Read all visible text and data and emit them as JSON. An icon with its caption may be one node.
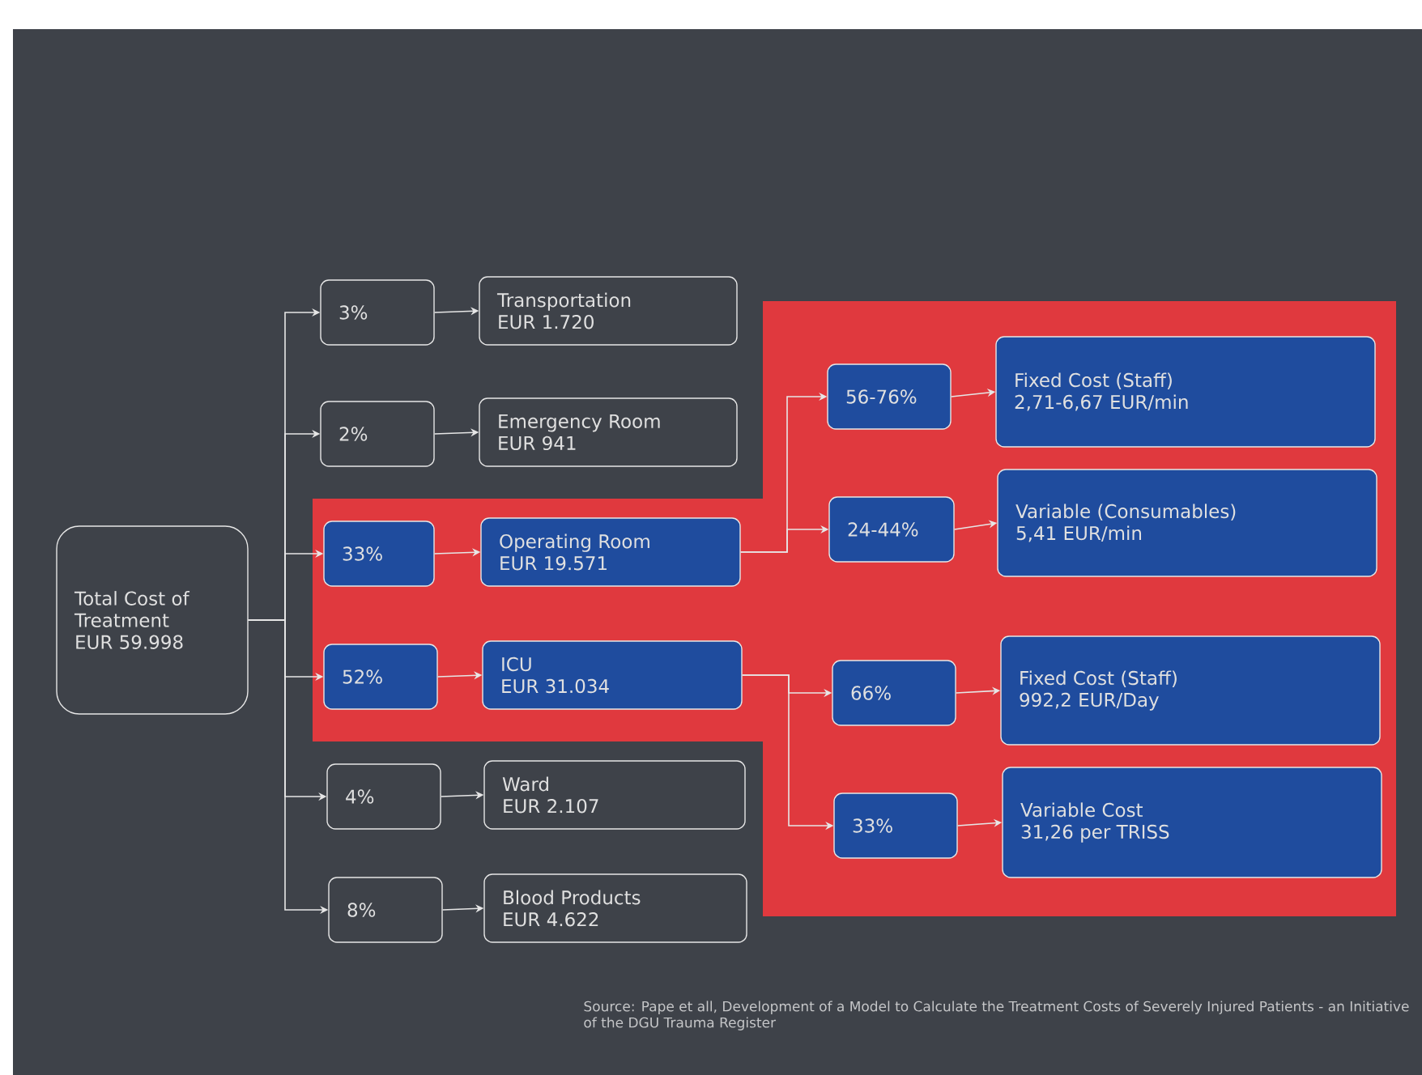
{
  "diagram": {
    "caption": "Source: Pape et all, Development of a Model to Calculate the Treatment Costs of Severely Injured Patients - an Initiative of the DGU Trauma Register",
    "nodes": [
      {
        "text": [
          "Total Cost of Treatment",
          "EUR 59.998"
        ]
      },
      {
        "text": [
          "3%"
        ]
      },
      {
        "text": [
          "Transportation",
          "EUR 1.720"
        ]
      },
      {
        "text": [
          "2%"
        ]
      },
      {
        "text": [
          "Emergency Room",
          "EUR 941"
        ]
      },
      {
        "text": [
          "33%"
        ]
      },
      {
        "text": [
          "Operating Room",
          "EUR 19.571"
        ]
      },
      {
        "text": [
          "52%"
        ]
      },
      {
        "text": [
          "ICU",
          "EUR 31.034"
        ]
      },
      {
        "text": [
          "4%"
        ]
      },
      {
        "text": [
          "Ward",
          "EUR 2.107"
        ]
      },
      {
        "text": [
          "8%"
        ]
      },
      {
        "text": [
          "Blood Products",
          "EUR 4.622"
        ]
      },
      {
        "text": [
          "56-76%"
        ]
      },
      {
        "text": [
          "Fixed Cost (Staff)",
          "2,71-6,67 EUR/min"
        ]
      },
      {
        "text": [
          "24-44%"
        ]
      },
      {
        "text": [
          "Variable (Consumables)",
          "5,41 EUR/min"
        ]
      },
      {
        "text": [
          "66%"
        ]
      },
      {
        "text": [
          "Fixed Cost (Staff)",
          "992,2 EUR/Day"
        ]
      },
      {
        "text": [
          "33%"
        ]
      },
      {
        "text": [
          "Variable Cost",
          "31,26 per TRISS"
        ]
      }
    ],
    "edges": [
      {
        "from": 0,
        "to": 1,
        "arrow": "to"
      },
      {
        "from": 0,
        "to": 3,
        "arrow": "to"
      },
      {
        "from": 0,
        "to": 5,
        "arrow": "to"
      },
      {
        "from": 0,
        "to": 7,
        "arrow": "to"
      },
      {
        "from": 0,
        "to": 9,
        "arrow": "to"
      },
      {
        "from": 0,
        "to": 11,
        "arrow": "to"
      },
      {
        "from": 1,
        "to": 2,
        "arrow": "to"
      },
      {
        "from": 3,
        "to": 4,
        "arrow": "to"
      },
      {
        "from": 5,
        "to": 6,
        "arrow": "to"
      },
      {
        "from": 7,
        "to": 8,
        "arrow": "to"
      },
      {
        "from": 9,
        "to": 10,
        "arrow": "to"
      },
      {
        "from": 11,
        "to": 12,
        "arrow": "to"
      },
      {
        "from": 6,
        "to": 13,
        "arrow": "to"
      },
      {
        "from": 6,
        "to": 15,
        "arrow": "to"
      },
      {
        "from": 8,
        "to": 17,
        "arrow": "to"
      },
      {
        "from": 8,
        "to": 19,
        "arrow": "to"
      },
      {
        "from": 13,
        "to": 14,
        "arrow": "to"
      },
      {
        "from": 15,
        "to": 16,
        "arrow": "to"
      },
      {
        "from": 17,
        "to": 18,
        "arrow": "to"
      },
      {
        "from": 19,
        "to": 20,
        "arrow": "to"
      }
    ]
  }
}
